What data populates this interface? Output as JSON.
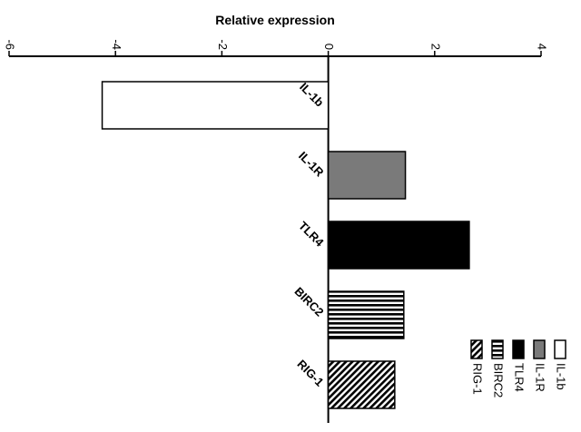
{
  "chart_data": {
    "type": "bar",
    "orientation": "horizontal",
    "title": "Relative expression",
    "xlabel": "Relative expression",
    "ylabel": "",
    "xlim": [
      -6,
      4
    ],
    "xticks": [
      -6,
      -4,
      -2,
      0,
      2,
      4
    ],
    "categories": [
      "IL-1b",
      "IL-1R",
      "TLR4",
      "BIRC2",
      "RIG-1"
    ],
    "values": [
      -4.25,
      1.45,
      2.65,
      1.42,
      1.25
    ],
    "legend": {
      "placement": "bottom-right",
      "entries": [
        "IL-1b",
        "IL-1R",
        "TLR4",
        "BIRC2",
        "RIG-1"
      ]
    },
    "styles": {
      "IL-1b": {
        "fill": "#ffffff",
        "pattern": "none"
      },
      "IL-1R": {
        "fill": "#7a7a7a",
        "pattern": "none"
      },
      "TLR4": {
        "fill": "#000000",
        "pattern": "none"
      },
      "BIRC2": {
        "fill": "#000000",
        "pattern": "horizontal-stripes"
      },
      "RIG-1": {
        "fill": "#000000",
        "pattern": "diagonal-hatch"
      }
    },
    "grid": false
  }
}
